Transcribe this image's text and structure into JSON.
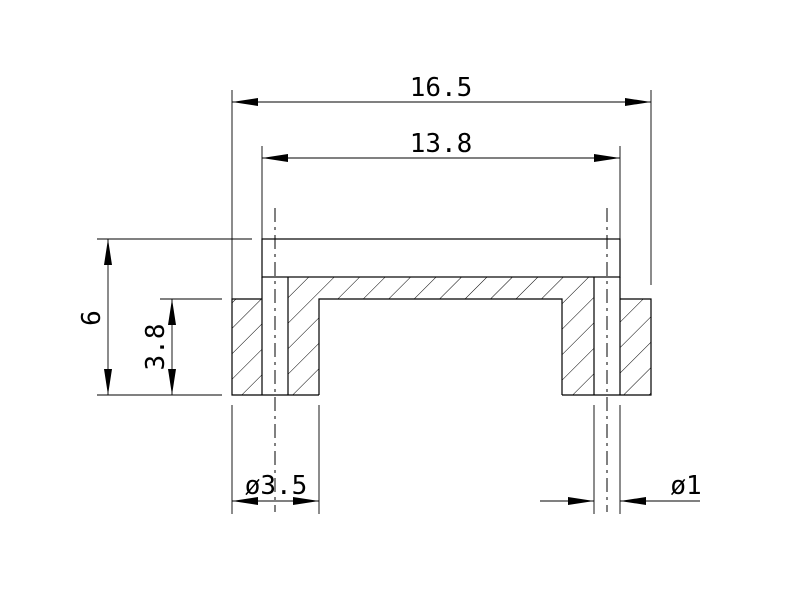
{
  "dimensions": {
    "overall_width": "16.5",
    "inner_width": "13.8",
    "total_height": "6",
    "body_height": "3.8",
    "pin_diameter": "ø3.5",
    "hole_diameter": "ø1"
  }
}
